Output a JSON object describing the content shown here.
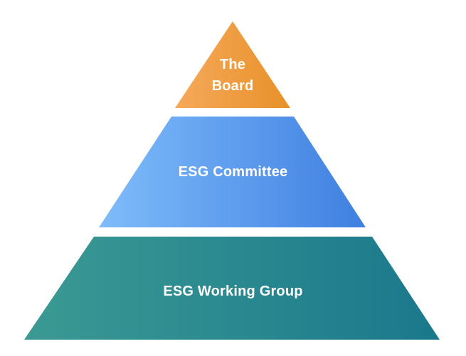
{
  "pyramid": {
    "tiers": [
      {
        "label_line1": "The",
        "label_line2": "Board",
        "colors": {
          "start": "#f6a95a",
          "end": "#e8912a"
        }
      },
      {
        "label": "ESG Committee",
        "colors": {
          "start": "#7fbcfb",
          "end": "#3f7fe0"
        }
      },
      {
        "label": "ESG Working Group",
        "colors": {
          "start": "#3b9a93",
          "end": "#1a788c"
        }
      }
    ]
  }
}
